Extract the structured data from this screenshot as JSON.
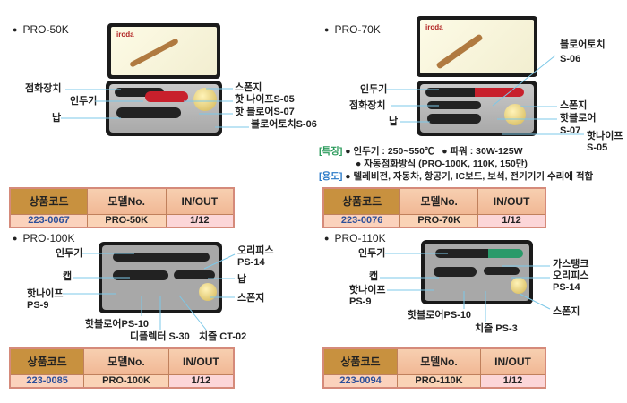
{
  "products": [
    {
      "title": "PRO-50K",
      "labels": {
        "ignition": "점화장치",
        "iron": "인두기",
        "solder": "납",
        "sponge": "스폰지",
        "hotknife": "핫 나이프S-05",
        "hotblower": "핫 블로어S-07",
        "blowertorch": "블로어토치S-06"
      },
      "table": {
        "headers": [
          "상품코드",
          "모델No.",
          "IN/OUT"
        ],
        "row": [
          "223-0067",
          "PRO-50K",
          "1/12"
        ]
      }
    },
    {
      "title": "PRO-70K",
      "labels": {
        "blowertorch": "블로어토치",
        "blowertorch_code": "S-06",
        "iron": "인두기",
        "ignition": "점화장치",
        "solder": "납",
        "sponge": "스폰지",
        "hotblower": "핫블로어",
        "hotblower_code": "S-07",
        "hotknife": "핫나이프",
        "hotknife_code": "S-05"
      },
      "features": {
        "feature_tag": "[특징]",
        "temp": "● 인두기 : 250~550℃",
        "power": "● 파워 : 30W-125W",
        "auto": "● 자동점화방식 (PRO-100K, 110K, 150만)",
        "use_tag": "[용도]",
        "use": "● 텔레비전, 자동차, 항공기, IC보드, 보석, 전기기기 수리에 적합"
      },
      "table": {
        "headers": [
          "상품코드",
          "모델No.",
          "IN/OUT"
        ],
        "row": [
          "223-0076",
          "PRO-70K",
          "1/12"
        ]
      }
    },
    {
      "title": "PRO-100K",
      "labels": {
        "iron": "인두기",
        "cap": "캡",
        "hotknife": "핫나이프",
        "hotknife_code": "PS-9",
        "orifice": "오리피스",
        "orifice_code": "PS-14",
        "solder": "납",
        "sponge": "스폰지",
        "hotblower": "핫블로어PS-10",
        "deflector": "디플렉터 S-30",
        "chisel": "치즐 CT-02"
      },
      "table": {
        "headers": [
          "상품코드",
          "모델No.",
          "IN/OUT"
        ],
        "row": [
          "223-0085",
          "PRO-100K",
          "1/12"
        ]
      }
    },
    {
      "title": "PRO-110K",
      "labels": {
        "iron": "인두기",
        "cap": "캡",
        "hotknife": "핫나이프",
        "hotknife_code": "PS-9",
        "gastank": "가스탱크",
        "orifice": "오리피스",
        "orifice_code": "PS-14",
        "sponge": "스폰지",
        "hotblower": "핫블로어PS-10",
        "chisel": "치즐 PS-3"
      },
      "table": {
        "headers": [
          "상품코드",
          "모델No.",
          "IN/OUT"
        ],
        "row": [
          "223-0094",
          "PRO-110K",
          "1/12"
        ]
      }
    }
  ],
  "brand": "iroda",
  "colors": {
    "leader": "#7cc8e8",
    "code": "#2c4f9a",
    "header_first": "#c8913f"
  }
}
